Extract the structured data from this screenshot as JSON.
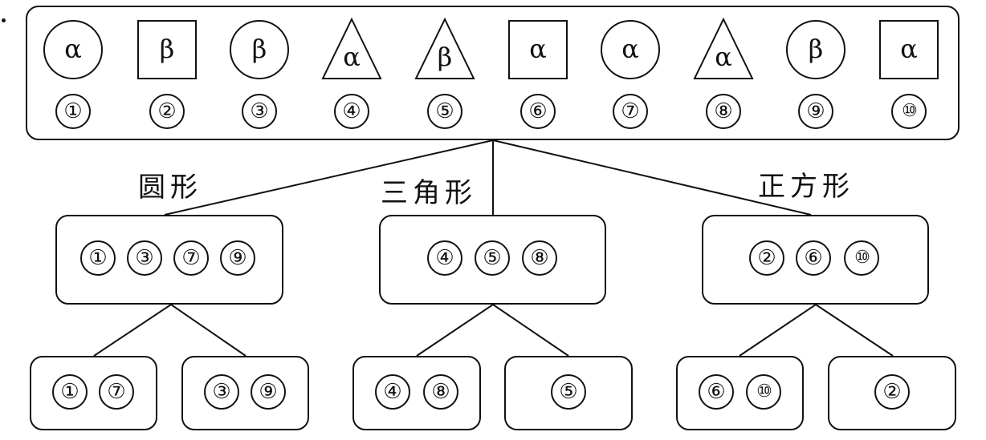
{
  "colors": {
    "stroke": "#111111",
    "background": "#ffffff"
  },
  "shapes": [
    {
      "kind": "circle",
      "letter": "α",
      "num": "①"
    },
    {
      "kind": "square",
      "letter": "β",
      "num": "②"
    },
    {
      "kind": "circle",
      "letter": "β",
      "num": "③"
    },
    {
      "kind": "triangle",
      "letter": "α",
      "num": "④"
    },
    {
      "kind": "triangle",
      "letter": "β",
      "num": "⑤"
    },
    {
      "kind": "square",
      "letter": "α",
      "num": "⑥"
    },
    {
      "kind": "circle",
      "letter": "α",
      "num": "⑦"
    },
    {
      "kind": "triangle",
      "letter": "α",
      "num": "⑧"
    },
    {
      "kind": "circle",
      "letter": "β",
      "num": "⑨"
    },
    {
      "kind": "square",
      "letter": "α",
      "num": "⑩"
    }
  ],
  "categories": [
    {
      "label": "圆形",
      "members": [
        "①",
        "③",
        "⑦",
        "⑨"
      ],
      "children": [
        [
          "①",
          "⑦"
        ],
        [
          "③",
          "⑨"
        ]
      ]
    },
    {
      "label": "三角形",
      "members": [
        "④",
        "⑤",
        "⑧"
      ],
      "children": [
        [
          "④",
          "⑧"
        ],
        [
          "⑤"
        ]
      ]
    },
    {
      "label": "正方形",
      "members": [
        "②",
        "⑥",
        "⑩"
      ],
      "children": [
        [
          "⑥",
          "⑩"
        ],
        [
          "②"
        ]
      ]
    }
  ]
}
